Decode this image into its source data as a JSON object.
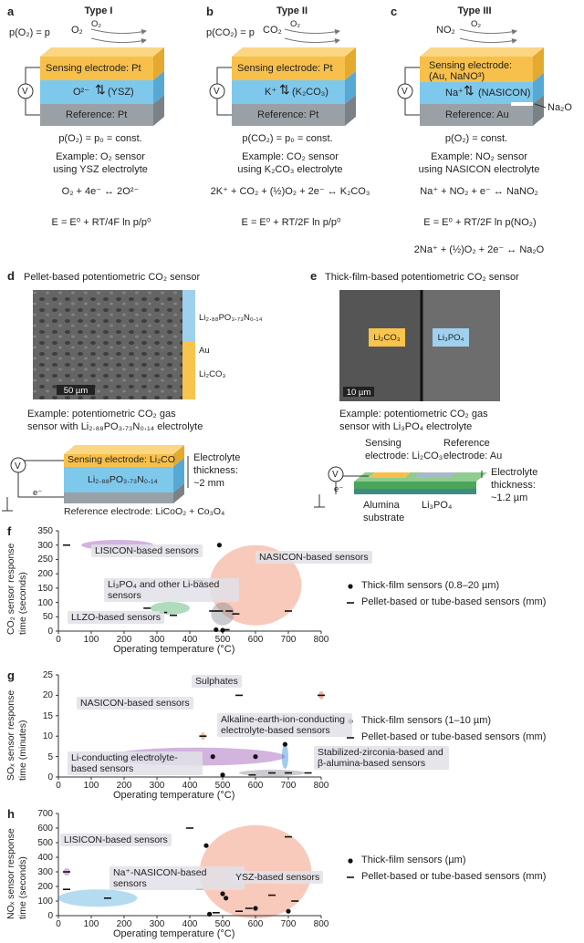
{
  "panels": {
    "a": {
      "letter": "a",
      "title": "Type I",
      "gas_eq": "p(O₂) = p",
      "gas": "O₂",
      "gas2": "O₂",
      "sensing": "Sensing electrode: Pt",
      "ion": "O²⁻",
      "electrolyte": "(YSZ)",
      "reference": "Reference: Pt",
      "ref_cond": "p(O₂) = p₀ = const.",
      "example1": "Example: O₂ sensor",
      "example2": "using YSZ electrolyte",
      "reaction": "O₂ + 4e⁻ ↔ 2O²⁻",
      "nernst": "E = E⁰ + RT/4F ln p/p⁰"
    },
    "b": {
      "letter": "b",
      "title": "Type II",
      "gas_eq": "p(CO₂) = p",
      "gas": "CO₂",
      "gas2": "O₂",
      "sensing": "Sensing electrode: Pt",
      "ion": "K⁺",
      "electrolyte": "(K₂CO₃)",
      "reference": "Reference: Pt",
      "ref_cond": "p(CO₂) = p₀ = const.",
      "example1": "Example: CO₂ sensor",
      "example2": "using K₂CO₃ electrolyte",
      "reaction": "2K⁺ + CO₂ + (½)O₂ + 2e⁻ ↔ K₂CO₃",
      "nernst": "E = E⁰ + RT/2F ln p/p⁰"
    },
    "c": {
      "letter": "c",
      "title": "Type III",
      "gas": "NO₂",
      "gas2": "O₂",
      "sensing": "Sensing electrode:",
      "sensing2": "(Au, NaNO³)",
      "ion": "Na⁺",
      "electrolyte": "(NASICON)",
      "reference": "Reference: Au",
      "side": "Na₂O",
      "ref_cond": "p(O₂) = const.",
      "example1": "Example: NO₂ sensor",
      "example2": "using NASICON electrolyte",
      "reaction1": "Na⁺ + NO₂ + e⁻ ↔ NaNO₂",
      "nernst": "E = E⁰ + RT/2F ln p(NO₂)",
      "reaction2": "2Na⁺ + (½)O₂ + 2e⁻ ↔ Na₂O"
    },
    "d": {
      "letter": "d",
      "title": "Pellet-based potentiometric CO₂ sensor",
      "layer1": "Li₂.₈₈PO₃.₇₃N₀.₁₄",
      "layer2": "Au",
      "layer3": "Li₂CO₃",
      "scale": "50 µm",
      "example1": "Example: potentiometric CO₂ gas",
      "example2": "sensor with Li₂.₈₈PO₃.₇₃N₀.₁₄ electrolyte",
      "sensing": "Sensing electrode: Li₂CO",
      "electrolyte": "Li₂.₈₈PO₃.₇₃N₀.₁₄",
      "reference": "Reference electrode: LiCoO₂ + Co₃O₄",
      "thickness1": "Electrolyte",
      "thickness2": "thickness:",
      "thickness3": "~2 mm",
      "electron": "e⁻"
    },
    "e": {
      "letter": "e",
      "title": "Thick-film-based potentiometric CO₂ sensor",
      "left": "Li₂CO₃",
      "right": "Li₃PO₄",
      "scale": "10 µm",
      "example1": "Example: potentiometric CO₂ gas",
      "example2": "sensor with Li₃PO₄ electrolyte",
      "sensing1": "Sensing",
      "sensing2": "electrode: Li₂CO₃",
      "reference1": "Reference",
      "reference2": "electrode: Au",
      "thickness1": "Electrolyte",
      "thickness2": "thickness:",
      "thickness3": "~1.2 µm",
      "substrate1": "Alumina",
      "substrate2": "substrate",
      "electrolyte": "Li₃PO₄",
      "electron": "e⁻"
    }
  },
  "volt": "V",
  "chart_data": [
    {
      "panel": "f",
      "type": "scatter",
      "ylabel1": "CO₂ sensor response",
      "ylabel2": "time (seconds)",
      "xlabel": "Operating temperature (°C)",
      "xlim": [
        0,
        800
      ],
      "ylim": [
        0,
        350
      ],
      "xticks": [
        0,
        100,
        200,
        300,
        400,
        500,
        600,
        700,
        800
      ],
      "yticks": [
        0,
        50,
        100,
        150,
        200,
        250,
        300,
        350
      ],
      "labels": [
        "LISICON-based sensors",
        "NASICON-based sensors",
        "Li₃PO₄ and other Li-based sensors",
        "LLZO-based sensors"
      ],
      "thick_film": [
        [
          490,
          300
        ],
        [
          480,
          5
        ],
        [
          500,
          3
        ]
      ],
      "pellet": [
        [
          25,
          300
        ],
        [
          430,
          175
        ],
        [
          270,
          80
        ],
        [
          320,
          65
        ],
        [
          350,
          55
        ],
        [
          470,
          70
        ],
        [
          490,
          70
        ],
        [
          520,
          70
        ],
        [
          700,
          70
        ],
        [
          510,
          5
        ],
        [
          540,
          60
        ]
      ],
      "legend": [
        "Thick-film sensors (0.8–20 µm)",
        "Pellet-based or tube-based sensors (mm)"
      ]
    },
    {
      "panel": "g",
      "type": "scatter",
      "ylabel1": "SOₓ sensor response",
      "ylabel2": "time (minutes)",
      "xlabel": "Operating temperature (°C)",
      "xlim": [
        0,
        800
      ],
      "ylim": [
        0,
        25
      ],
      "xticks": [
        0,
        100,
        200,
        300,
        400,
        500,
        600,
        700,
        800
      ],
      "yticks": [
        0,
        5,
        10,
        15,
        20,
        25
      ],
      "labels": [
        "Sulphates",
        "NASICON-based sensors",
        "Alkaline-earth-ion-conducting electrolyte-based sensors",
        "Li-conducting electrolyte-based sensors",
        "Stabilized-zirconia-based and β-alumina-based sensors"
      ],
      "thick_film": [
        [
          275,
          5
        ],
        [
          470,
          5
        ],
        [
          600,
          5
        ],
        [
          690,
          8
        ],
        [
          500,
          0.5
        ]
      ],
      "pellet": [
        [
          440,
          10
        ],
        [
          550,
          20
        ],
        [
          800,
          20
        ],
        [
          590,
          0.5
        ],
        [
          650,
          1
        ],
        [
          700,
          1
        ],
        [
          760,
          1
        ]
      ],
      "legend": [
        "Thick-film sensors (1–10 µm)",
        "Pellet-based or tube-based sensors (mm)"
      ]
    },
    {
      "panel": "h",
      "type": "scatter",
      "ylabel1": "NOₓ sensor response",
      "ylabel2": "time (seconds)",
      "xlabel": "Operating temperature (°C)",
      "xlim": [
        0,
        800
      ],
      "ylim": [
        0,
        700
      ],
      "xticks": [
        0,
        100,
        200,
        300,
        400,
        500,
        600,
        700,
        800
      ],
      "yticks": [
        0,
        100,
        200,
        300,
        400,
        500,
        600,
        700
      ],
      "labels": [
        "LISICON-based sensors",
        "Na⁺-NASICON-based sensors",
        "YSZ-based sensors"
      ],
      "thick_film": [
        [
          450,
          480
        ],
        [
          500,
          150
        ],
        [
          510,
          120
        ],
        [
          600,
          50
        ],
        [
          700,
          30
        ],
        [
          460,
          10
        ]
      ],
      "pellet": [
        [
          25,
          300
        ],
        [
          25,
          180
        ],
        [
          150,
          120
        ],
        [
          400,
          600
        ],
        [
          430,
          180
        ],
        [
          480,
          20
        ],
        [
          550,
          30
        ],
        [
          580,
          50
        ],
        [
          650,
          140
        ],
        [
          700,
          540
        ],
        [
          720,
          100
        ]
      ],
      "legend": [
        "Thick-film sensors (µm)",
        "Pellet-based or tube-based sensors (mm)"
      ]
    }
  ]
}
